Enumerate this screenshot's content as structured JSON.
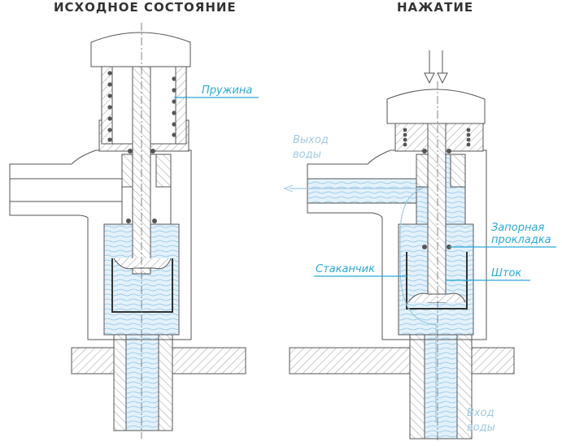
{
  "titles": {
    "left": "ИСХОДНОЕ СОСТОЯНИЕ",
    "right": "НАЖАТИЕ"
  },
  "labels": {
    "spring": "Пружина",
    "water_out_1": "Выход",
    "water_out_2": "воды",
    "seal_1": "Запорная",
    "seal_2": "прокладка",
    "cup": "Стаканчик",
    "stem": "Шток",
    "water_in_1": "Вход",
    "water_in_2": "воды"
  },
  "colors": {
    "leader": "#29a9d9",
    "water": "#cfe6f5",
    "water_wave": "#8ec6e8",
    "hatch": "#8a8a8a",
    "outline": "#555555"
  }
}
